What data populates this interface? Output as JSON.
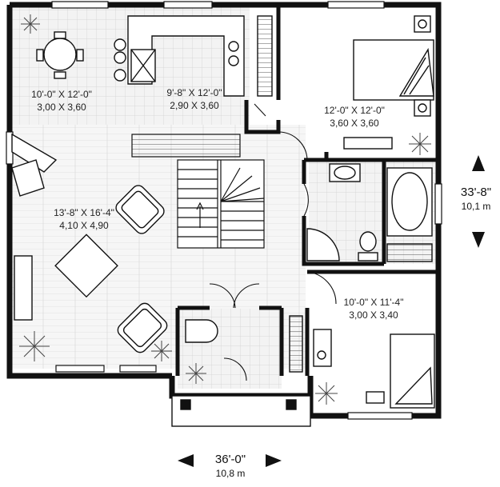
{
  "rooms": [
    {
      "id": "dining",
      "imperial": "10'-0\" X 12'-0\"",
      "metric": "3,00 X 3,60"
    },
    {
      "id": "kitchen",
      "imperial": "9'-8\" X 12'-0\"",
      "metric": "2,90 X 3,60"
    },
    {
      "id": "bedroom-1",
      "imperial": "12'-0\" X 12'-0\"",
      "metric": "3,60 X 3,60"
    },
    {
      "id": "living",
      "imperial": "13'-8\" X 16'-4\"",
      "metric": "4,10 X 4,90"
    },
    {
      "id": "bedroom-2",
      "imperial": "10'-0\" X 11'-4\"",
      "metric": "3,00 X 3,40"
    }
  ],
  "dimensions": {
    "depth": {
      "imperial": "33'-8\"",
      "metric": "10,1 m"
    },
    "width": {
      "imperial": "36'-0\"",
      "metric": "10,8 m"
    }
  }
}
